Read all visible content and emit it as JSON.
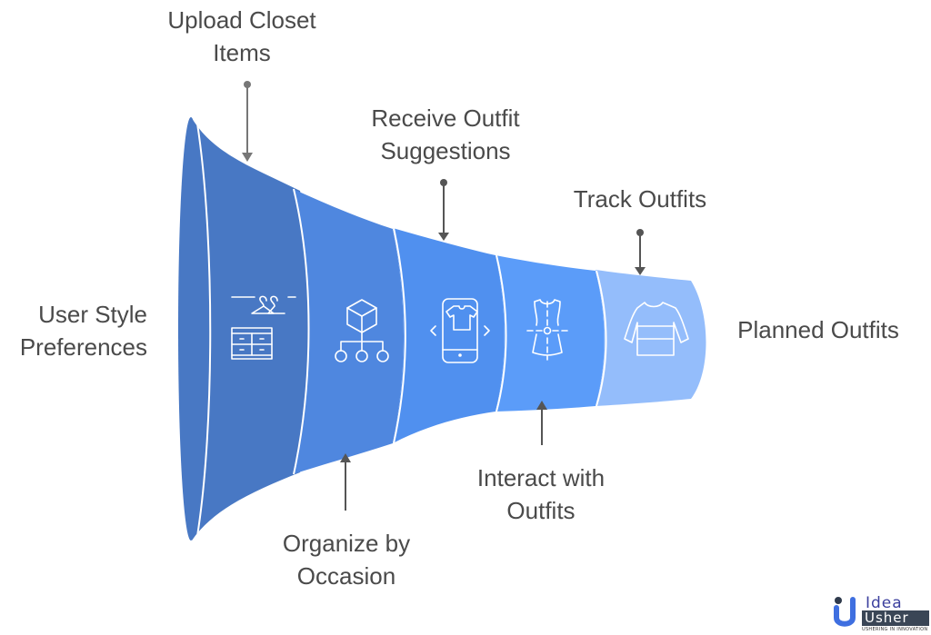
{
  "diagram": {
    "type": "funnel",
    "entry_label": [
      "User Style",
      "Preferences"
    ],
    "exit_label": [
      "Planned Outfits"
    ],
    "stages": [
      {
        "name": "Upload Closet Items",
        "label_lines": [
          "Upload Closet",
          "Items"
        ],
        "icon": "hanger-dresser-icon",
        "label_position": "top",
        "color": "#4878c4"
      },
      {
        "name": "Organize by Occasion",
        "label_lines": [
          "Organize by",
          "Occasion"
        ],
        "icon": "cube-hierarchy-icon",
        "label_position": "bottom",
        "color": "#4f87df"
      },
      {
        "name": "Receive Outfit Suggestions",
        "label_lines": [
          "Receive Outfit",
          "Suggestions"
        ],
        "icon": "phone-tshirt-icon",
        "label_position": "top",
        "color": "#5090ef"
      },
      {
        "name": "Interact with Outfits",
        "label_lines": [
          "Interact with",
          "Outfits"
        ],
        "icon": "dress-form-icon",
        "label_position": "bottom",
        "color": "#5b9cf9"
      },
      {
        "name": "Track Outfits",
        "label_lines": [
          "Track Outfits"
        ],
        "icon": "sweater-icon",
        "label_position": "top",
        "color": "#94bdfb"
      }
    ]
  },
  "colors": {
    "text": "#4a4a4a",
    "arrow": "#555555",
    "mouth": "#4878c4",
    "divider": "#ffffff"
  },
  "logo": {
    "line1": "Idea",
    "line2": "Usher",
    "tagline": "USHERING IN INNOVATION"
  }
}
